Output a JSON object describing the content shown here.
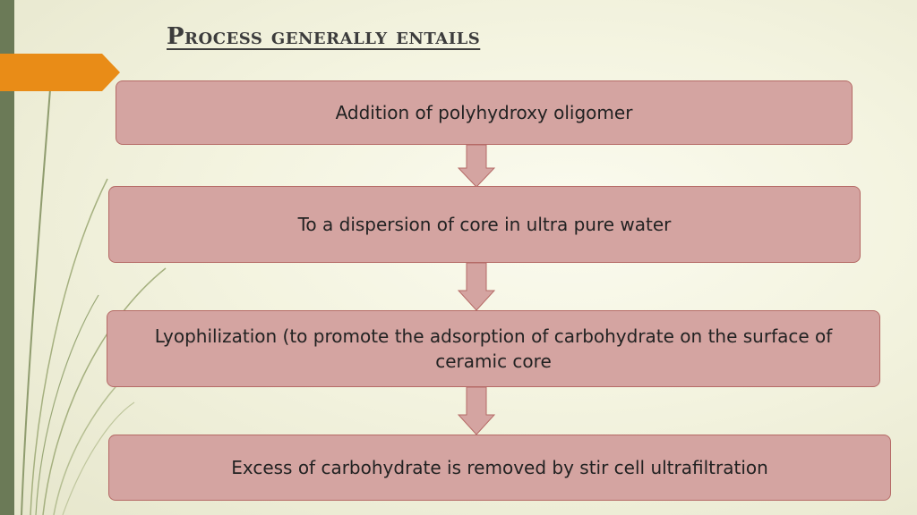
{
  "slide": {
    "title": "Process generally entails"
  },
  "flow": {
    "steps": [
      {
        "label": "Addition of polyhydroxy oligomer"
      },
      {
        "label": "To a dispersion of core in ultra pure water"
      },
      {
        "label": "Lyophilization (to promote the adsorption of carbohydrate on the surface of ceramic core"
      },
      {
        "label": "Excess of carbohydrate is removed by stir cell ultrafiltration"
      }
    ]
  },
  "colors": {
    "box_fill": "#d4a4a1",
    "box_border": "#b56a66",
    "accent_orange": "#e98c17",
    "side_bar": "#6b7a57"
  }
}
